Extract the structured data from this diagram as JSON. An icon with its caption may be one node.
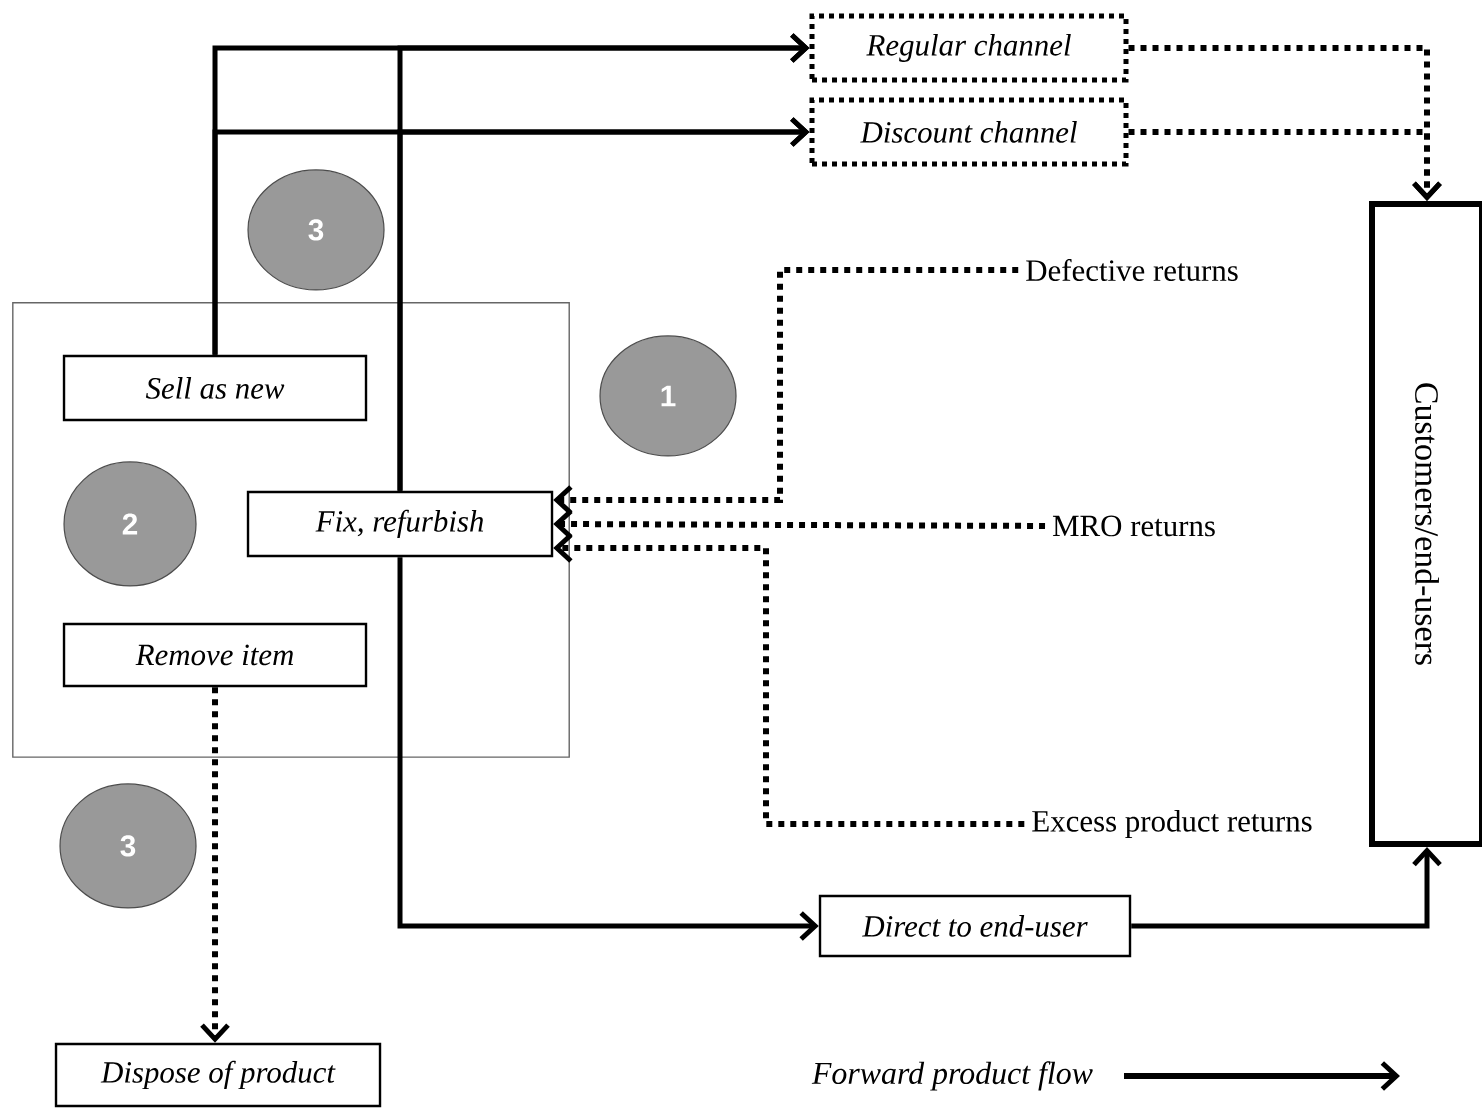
{
  "diagram": {
    "nodes": [
      {
        "text": [
          "Regular channel"
        ]
      },
      {
        "text": [
          "Discount channel"
        ]
      },
      {
        "text": [
          "3"
        ]
      },
      {
        "text": [
          "Customers/end-users"
        ]
      },
      {
        "text": [
          "Defective returns"
        ]
      },
      {
        "text": [],
        "shape": "box"
      },
      {
        "text": [
          "Sell as new"
        ],
        "in": 5
      },
      {
        "text": [
          "1"
        ]
      },
      {
        "text": [
          "2"
        ],
        "in": 5
      },
      {
        "text": [
          "Fix, refurbish"
        ],
        "in": 5
      },
      {
        "text": [
          "MRO returns"
        ]
      },
      {
        "text": [
          "Remove item"
        ],
        "in": 5
      },
      {
        "text": [
          "3"
        ]
      },
      {
        "text": [
          "Excess product returns"
        ]
      },
      {
        "text": [
          "Direct to end-user"
        ]
      },
      {
        "text": [
          "Dispose of product"
        ]
      }
    ],
    "edges": [
      {
        "from": 6,
        "to": 0,
        "arrow": "to"
      },
      {
        "from": 6,
        "to": 1,
        "arrow": "to"
      },
      {
        "from": 9,
        "to": 0,
        "arrow": "to"
      },
      {
        "from": 9,
        "to": 1,
        "arrow": "to"
      },
      {
        "from": 9,
        "to": 14,
        "arrow": "to"
      },
      {
        "from": 0,
        "to": 3,
        "arrow": "to",
        "style": "dashed"
      },
      {
        "from": 1,
        "to": 3,
        "arrow": "to",
        "style": "dashed"
      },
      {
        "from": 14,
        "to": 3,
        "arrow": "to"
      },
      {
        "from": 4,
        "to": 9,
        "arrow": "to",
        "style": "dashed"
      },
      {
        "from": 10,
        "to": 9,
        "arrow": "to",
        "style": "dashed"
      },
      {
        "from": 13,
        "to": 9,
        "arrow": "to",
        "style": "dashed"
      },
      {
        "from": 11,
        "to": 15,
        "arrow": "to",
        "style": "dashed"
      }
    ],
    "legend": [
      {
        "text": "Forward product flow"
      }
    ]
  }
}
